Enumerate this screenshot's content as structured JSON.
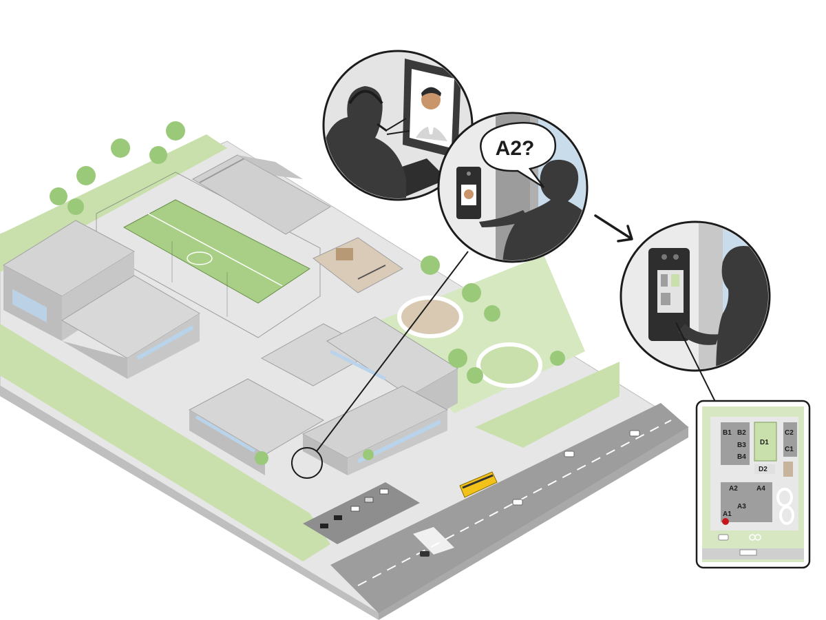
{
  "callout": {
    "question": "A2?"
  },
  "site_map": {
    "buildings": [
      {
        "id": "b1",
        "label": "B1"
      },
      {
        "id": "b2",
        "label": "B2"
      },
      {
        "id": "b3",
        "label": "B3"
      },
      {
        "id": "b4",
        "label": "B4"
      },
      {
        "id": "d1",
        "label": "D1"
      },
      {
        "id": "d2",
        "label": "D2"
      },
      {
        "id": "c1",
        "label": "C1"
      },
      {
        "id": "c2",
        "label": "C2"
      },
      {
        "id": "a1",
        "label": "A1"
      },
      {
        "id": "a2",
        "label": "A2"
      },
      {
        "id": "a3",
        "label": "A3"
      },
      {
        "id": "a4",
        "label": "A4"
      }
    ],
    "colors": {
      "grass": "#c9e0ad",
      "building": "#9e9e9e",
      "marker": "#c8161d",
      "road": "#a9a9a9"
    }
  },
  "colors": {
    "ground": "#e9e9e9",
    "grass": "#c9e0ad",
    "roof": "#cdcdcd",
    "wall": "#b6b6b6",
    "window": "#b9d3ea",
    "silhouette": "#3a3a3a",
    "bus": "#f2c21b"
  }
}
